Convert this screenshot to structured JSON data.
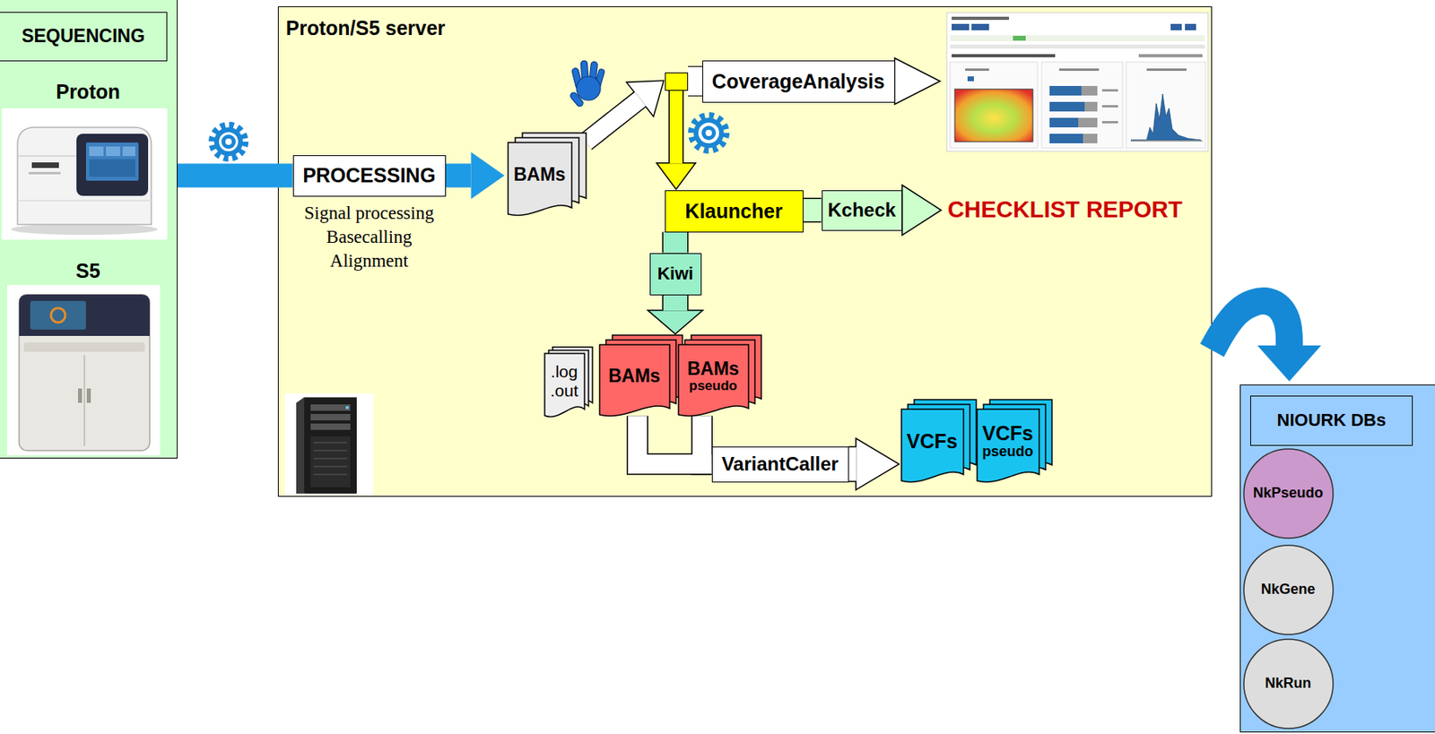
{
  "diagram": {
    "nodes": [
      {
        "text": [
          "SEQUENCING",
          "Proton",
          "S5"
        ]
      },
      {
        "text": [
          "Proton/S5 server"
        ]
      },
      {
        "text": [
          "PROCESSING",
          "Signal processing Basecalling Alignment"
        ],
        "in": 1
      },
      {
        "text": [
          "BAMs"
        ],
        "in": 1
      },
      {
        "text": [
          "CoverageAnalysis"
        ],
        "in": 1
      },
      {
        "text": [
          "Klauncher"
        ],
        "in": 1
      },
      {
        "text": [
          "Kcheck"
        ],
        "in": 1
      },
      {
        "text": [
          "Kiwi"
        ],
        "in": 1
      },
      {
        "text": [
          ".log .out"
        ],
        "in": 1
      },
      {
        "text": [
          "BAMs"
        ],
        "in": 1
      },
      {
        "text": [
          "BAMs",
          "pseudo"
        ],
        "in": 1
      },
      {
        "text": [
          "VariantCaller"
        ],
        "in": 1
      },
      {
        "text": [
          "VCFs"
        ],
        "in": 1
      },
      {
        "text": [
          "VCFs",
          "pseudo"
        ],
        "in": 1
      },
      {
        "text": [
          "NIOURK DBs"
        ]
      },
      {
        "text": [
          "NkPseudo"
        ],
        "in": 14
      },
      {
        "text": [
          "NkGene"
        ],
        "in": 14
      },
      {
        "text": [
          "NkRun"
        ],
        "in": 14
      }
    ],
    "edges": [
      {
        "from": 0,
        "to": 2,
        "arrow": "none"
      },
      {
        "from": 2,
        "to": 3,
        "arrow": "to"
      },
      {
        "from": 3,
        "to": 4,
        "arrow": "to"
      },
      {
        "from": 4,
        "to": 5,
        "arrow": "to"
      },
      {
        "from": 5,
        "to": 6,
        "arrow": "none"
      },
      {
        "from": 5,
        "to": 7,
        "arrow": "none"
      },
      {
        "from": 7,
        "to": 9,
        "arrow": "to"
      },
      {
        "from": 9,
        "to": 11,
        "arrow": "none"
      },
      {
        "from": 10,
        "to": 11,
        "arrow": "none"
      },
      {
        "from": 11,
        "to": 12,
        "arrow": "to"
      },
      {
        "from": 1,
        "to": 14,
        "arrow": "to"
      }
    ],
    "labels": [
      "CHECKLIST REPORT"
    ]
  }
}
